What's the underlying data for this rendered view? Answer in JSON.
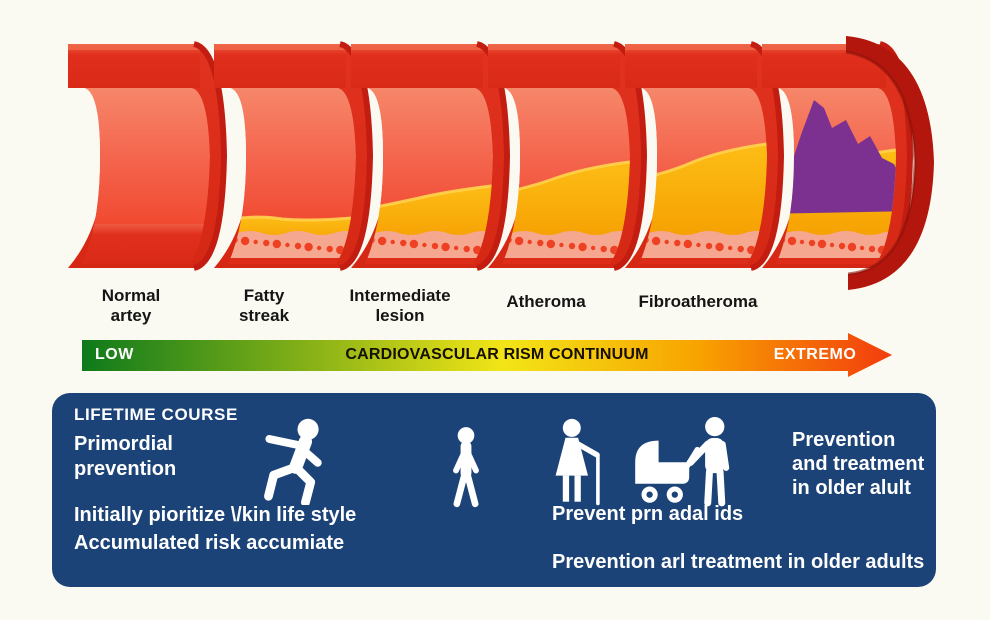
{
  "stages": [
    {
      "line1": "Normal",
      "line2": "artey",
      "plaque_level": 0
    },
    {
      "line1": "Fatty",
      "line2": "streak",
      "plaque_level": 1
    },
    {
      "line1": "Intermediate",
      "line2": "lesion",
      "plaque_level": 2
    },
    {
      "line1": "Atheroma",
      "line2": "",
      "plaque_level": 3
    },
    {
      "line1": "Fibroatheroma",
      "line2": "",
      "plaque_level": 4
    },
    {
      "line1": "",
      "line2": "",
      "plaque_level": 5
    }
  ],
  "risk_arrow": {
    "low_label": "LOW",
    "center_label": "CARDIOVASCULAR RISM CONTINUUM",
    "high_label": "EXTREMO"
  },
  "lifetime_panel": {
    "title": "LIFETIME COURSE",
    "primordial_line1": "Primordial",
    "primordial_line2": "prevention",
    "left_note_line1": "Initially pioritize \\/kin life style",
    "left_note_line2": "Accumulated risk accumiate",
    "mid_note": "Prevent prn adal ids",
    "bottom_note": "Prevention arl treatment in older adults",
    "right_note_line1": "Prevention",
    "right_note_line2": "and treatment",
    "right_note_line3": "in older alult",
    "icon_names": [
      "running-child-icon",
      "walking-person-icon",
      "elderly-woman-icon",
      "baby-stroller-icon",
      "adult-icon"
    ]
  },
  "colors": {
    "panel_navy": "#1c4377",
    "risk_gradient": [
      "#0e7a1b",
      "#86b117",
      "#f2e517",
      "#f8a300",
      "#f23c0e"
    ],
    "artery_wall": "#dd2e1b",
    "artery_lumen_light": "#f6876a",
    "artery_lumen_dark": "#ee3a1f",
    "plaque_yellow": "#fbab08",
    "plaque_highlight": "#ffd34d",
    "media_pink": "#f6a78f",
    "media_dot": "#ee4124",
    "thrombus_purple": "#7c3191",
    "cap_dark_red": "#b3160d"
  }
}
